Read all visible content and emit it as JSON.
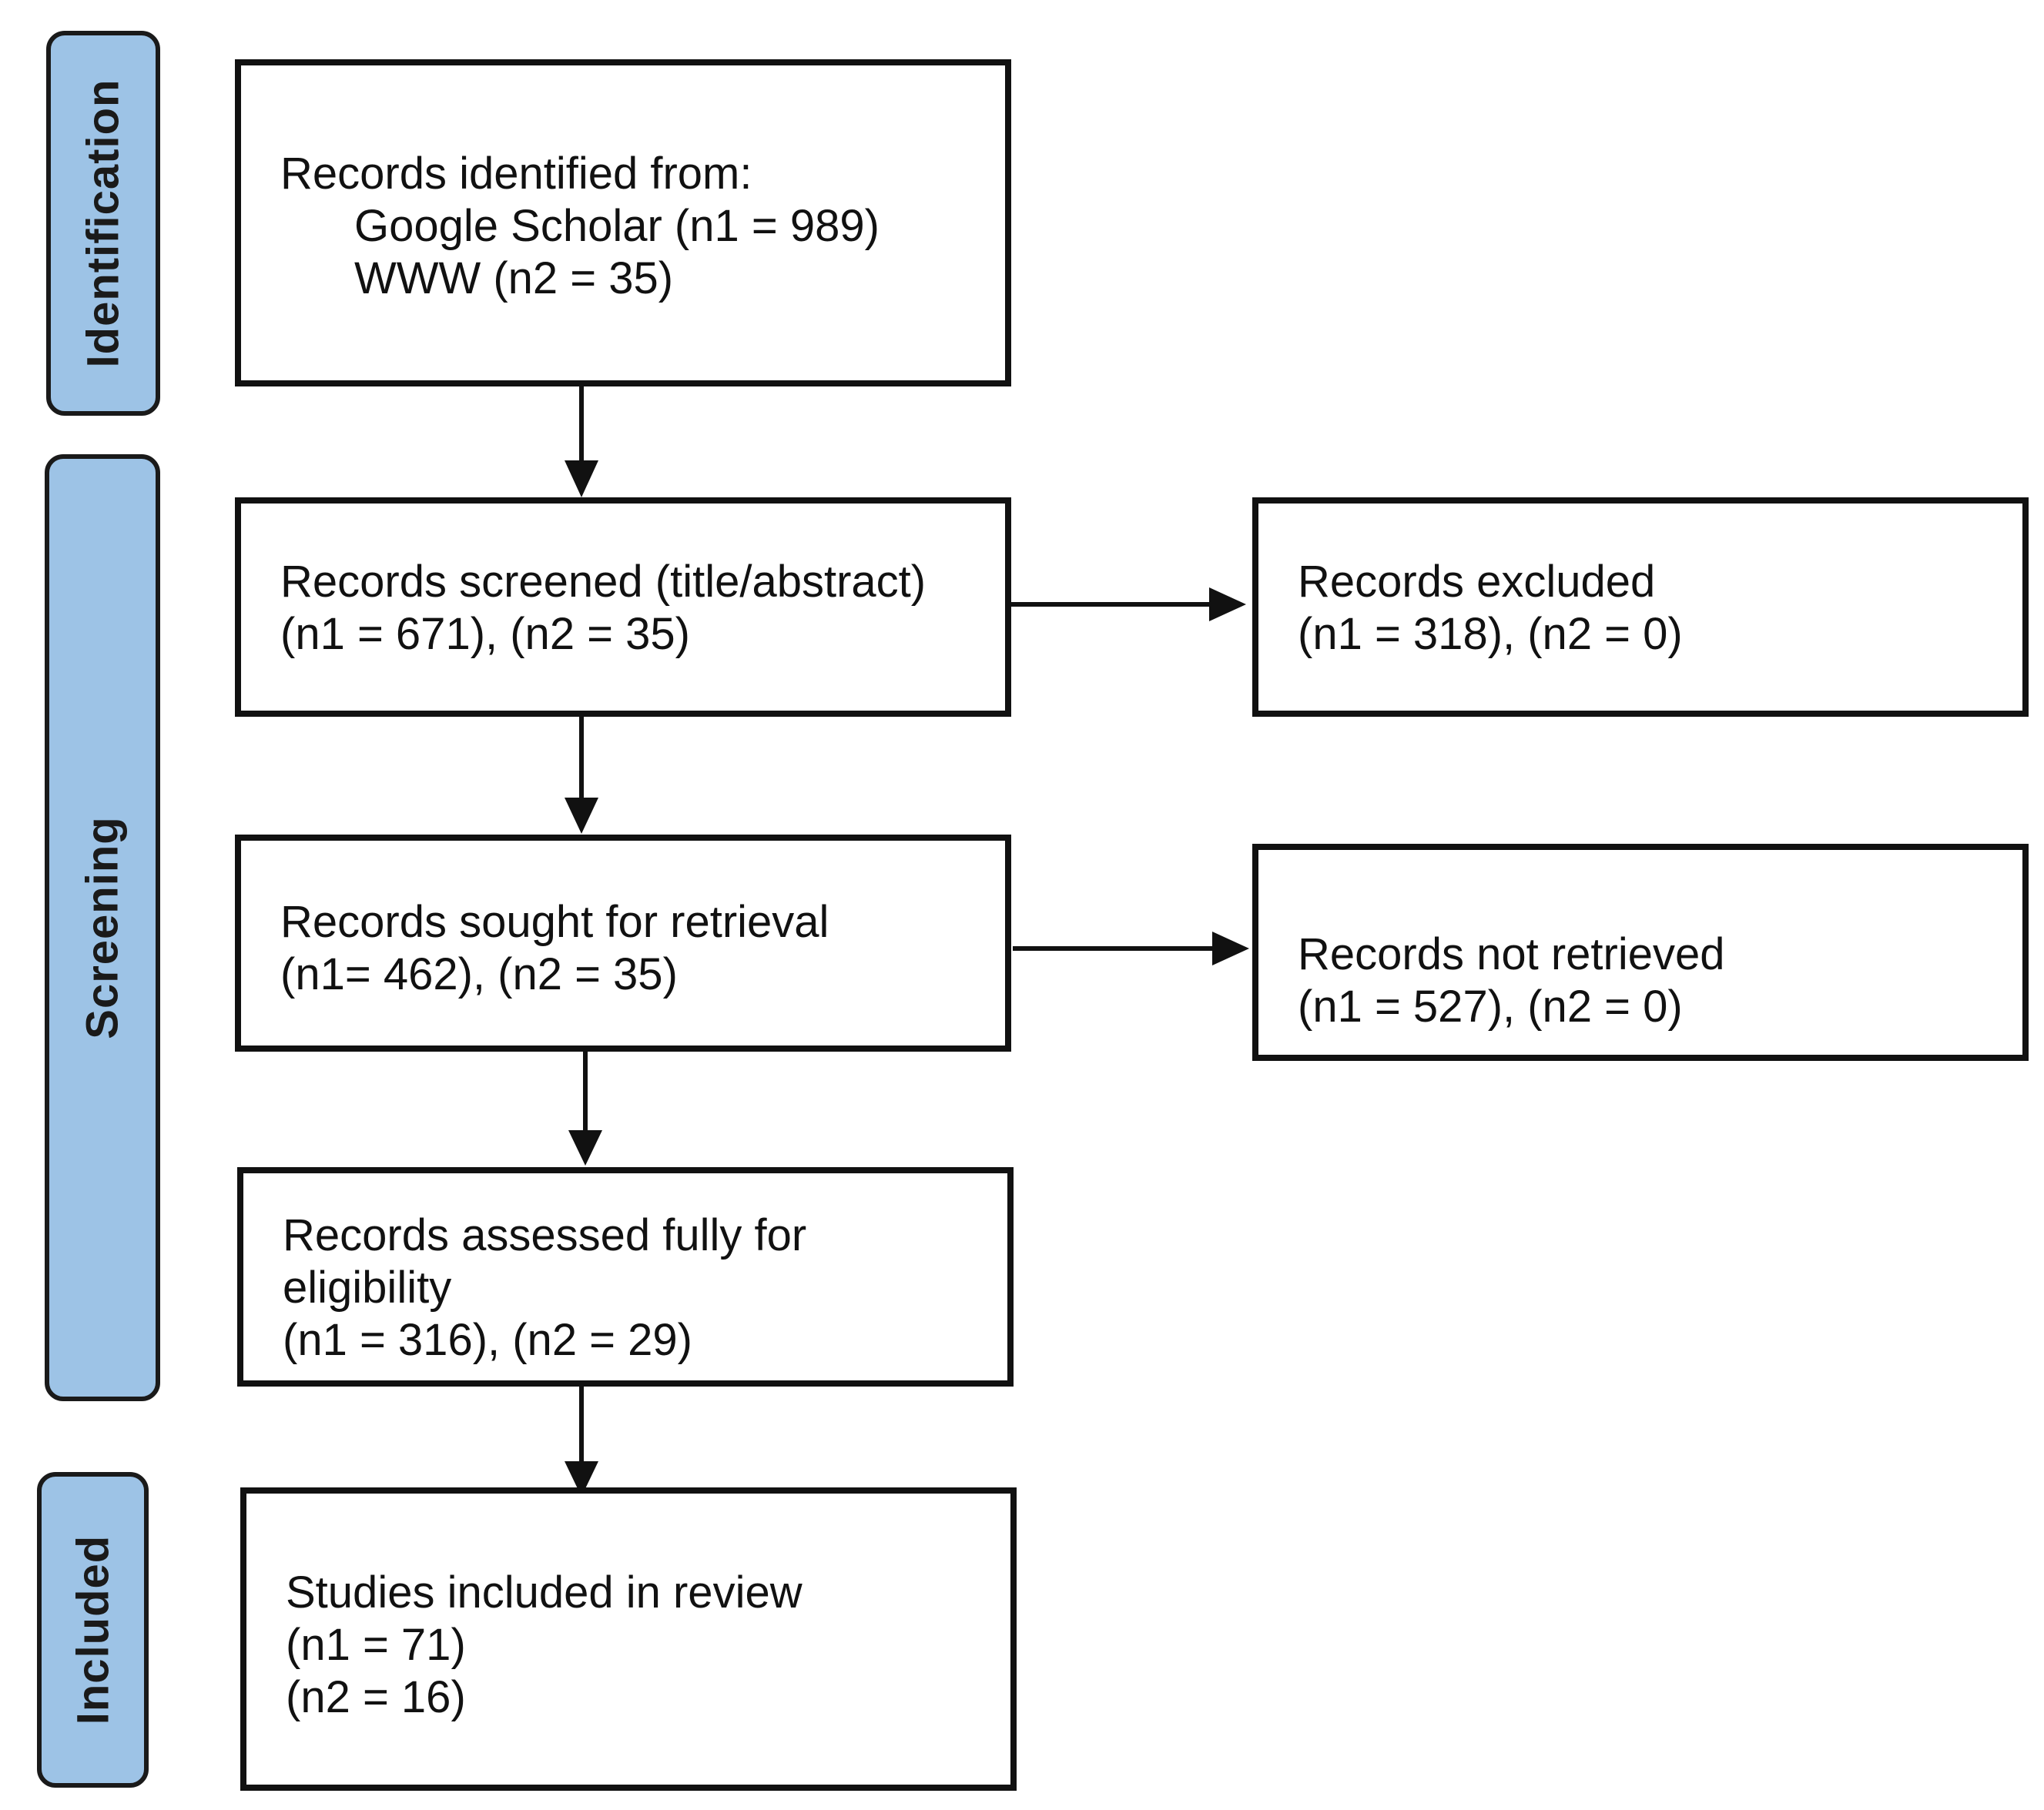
{
  "phases": {
    "identification": "Identification",
    "screening": "Screening",
    "included": "Included"
  },
  "boxes": {
    "identified": {
      "heading": "Records identified from:",
      "source1": "Google Scholar (n1 = 989)",
      "source2": "WWW (n2 = 35)"
    },
    "screened": {
      "line1": "Records screened (title/abstract)",
      "line2": "(n1 = 671), (n2 = 35)"
    },
    "excluded": {
      "line1": "Records excluded",
      "line2": "(n1 = 318), (n2 = 0)"
    },
    "sought": {
      "line1": "Records sought for retrieval",
      "line2": "(n1= 462), (n2 = 35)"
    },
    "not_retrieved": {
      "line1": "Records not retrieved",
      "line2": "(n1 = 527), (n2 = 0)"
    },
    "assessed": {
      "line1": "Records assessed fully for",
      "line2": "eligibility",
      "line3": "(n1 = 316), (n2 = 29)"
    },
    "included": {
      "line1": "Studies included in review",
      "line2": "(n1 = 71)",
      "line3": "(n2 = 16)"
    }
  }
}
